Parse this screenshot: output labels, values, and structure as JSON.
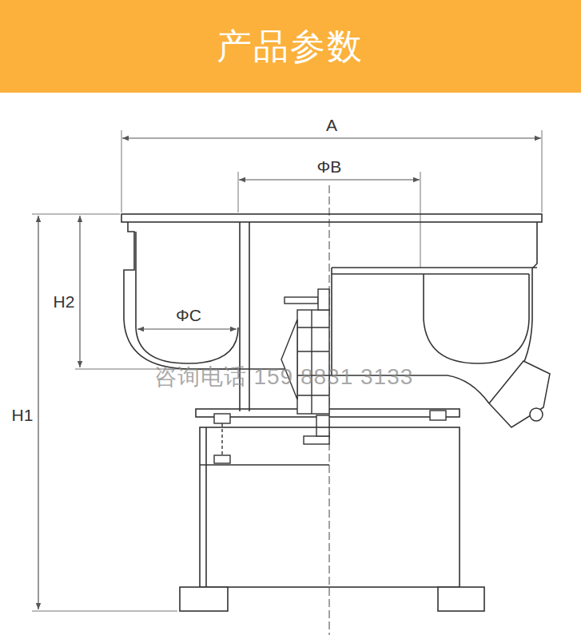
{
  "diagram": {
    "title": "产品参数",
    "labels": [
      "A",
      "ΦB",
      "ΦC",
      "H2",
      "H1",
      "咨询电话 159 8831 3133"
    ]
  }
}
